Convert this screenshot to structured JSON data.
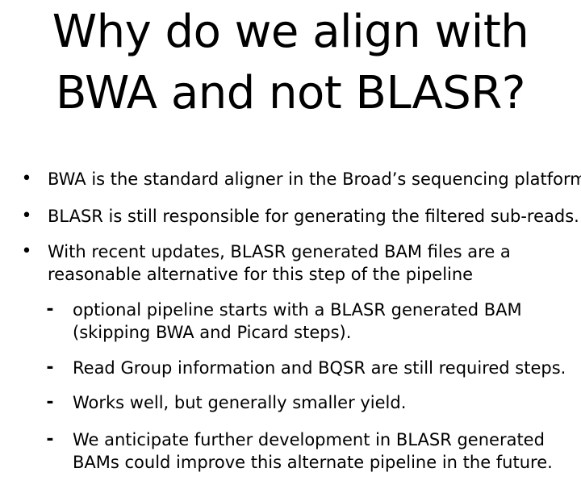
{
  "title": {
    "line1": "Why do we align with",
    "line2": "BWA and not BLASR?"
  },
  "bullets": [
    {
      "marker": "•",
      "lines": [
        "BWA is the standard aligner in the Broad’s sequencing platform."
      ]
    },
    {
      "marker": "•",
      "lines": [
        "BLASR is still responsible for generating the filtered sub-reads."
      ]
    },
    {
      "marker": "•",
      "lines": [
        "With recent updates, BLASR generated BAM files are a",
        "reasonable alternative for this step of the pipeline"
      ]
    }
  ],
  "subbullets": [
    {
      "marker": "-",
      "lines": [
        "optional pipeline starts with a BLASR generated BAM",
        "(skipping BWA and Picard steps)."
      ]
    },
    {
      "marker": "-",
      "lines": [
        "Read Group information and BQSR are still required steps."
      ]
    },
    {
      "marker": "-",
      "lines": [
        "Works well, but generally smaller yield."
      ]
    },
    {
      "marker": "-",
      "lines": [
        "We anticipate further development in BLASR generated",
        "BAMs could improve this alternate pipeline in the future."
      ]
    }
  ]
}
